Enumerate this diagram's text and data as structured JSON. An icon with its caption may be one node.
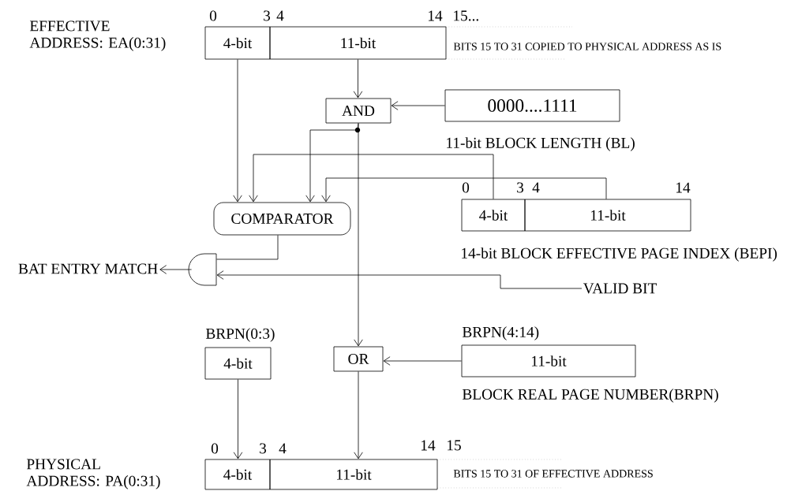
{
  "diagram": {
    "nodes": [
      {
        "text": [
          "4-bit"
        ]
      },
      {
        "text": [
          "11-bit"
        ]
      },
      {
        "text": [
          "AND"
        ]
      },
      {
        "text": [
          "0000....1111"
        ],
        "beside": [
          "11-bit BLOCK LENGTH (BL)"
        ]
      },
      {
        "text": [
          "COMPARATOR"
        ]
      },
      {
        "text": [
          "4-bit"
        ]
      },
      {
        "text": [
          "11-bit"
        ]
      },
      {
        "text": [],
        "shape": "gate"
      },
      {
        "text": [
          "BAT ENTRY MATCH"
        ]
      },
      {
        "text": [
          "VALID BIT"
        ]
      },
      {
        "text": [
          "4-bit"
        ],
        "beside": [
          "BRPN(0:3)"
        ]
      },
      {
        "text": [
          "OR"
        ]
      },
      {
        "text": [
          "11-bit"
        ],
        "beside": [
          "BRPN(4:14)",
          "BLOCK REAL PAGE NUMBER(BRPN)"
        ]
      },
      {
        "text": [
          "4-bit"
        ]
      },
      {
        "text": [
          "11-bit"
        ]
      }
    ],
    "edges": [
      {
        "from": 0,
        "to": 4,
        "arrow": "to"
      },
      {
        "from": 1,
        "to": 2,
        "arrow": "to"
      },
      {
        "from": 3,
        "to": 2,
        "arrow": "to"
      },
      {
        "from": 2,
        "to": 4,
        "arrow": "to"
      },
      {
        "from": 2,
        "to": 11,
        "arrow": "to"
      },
      {
        "from": 5,
        "to": 4,
        "arrow": "to"
      },
      {
        "from": 6,
        "to": 4,
        "arrow": "to"
      },
      {
        "from": 4,
        "to": 7,
        "arrow": "none"
      },
      {
        "from": 9,
        "to": 7,
        "arrow": "to"
      },
      {
        "from": 7,
        "to": 8,
        "arrow": "to"
      },
      {
        "from": 12,
        "to": 11,
        "arrow": "to"
      },
      {
        "from": 10,
        "to": 13,
        "arrow": "to"
      },
      {
        "from": 11,
        "to": 14,
        "arrow": "to"
      }
    ],
    "labels": [
      "EFFECTIVE ADDRESS: EA(0:31)",
      "0",
      "3",
      "4",
      "14",
      "15...",
      "BITS 15 TO 31 COPIED TO PHYSICAL ADDRESS AS IS",
      "0",
      "3",
      "4",
      "14",
      "14-bit BLOCK EFFECTIVE PAGE INDEX (BEPI)",
      "PHYSICAL ADDRESS: PA(0:31)",
      "0",
      "3",
      "4",
      "14",
      "15",
      "BITS 15 TO 31 OF EFFECTIVE ADDRESS"
    ]
  }
}
